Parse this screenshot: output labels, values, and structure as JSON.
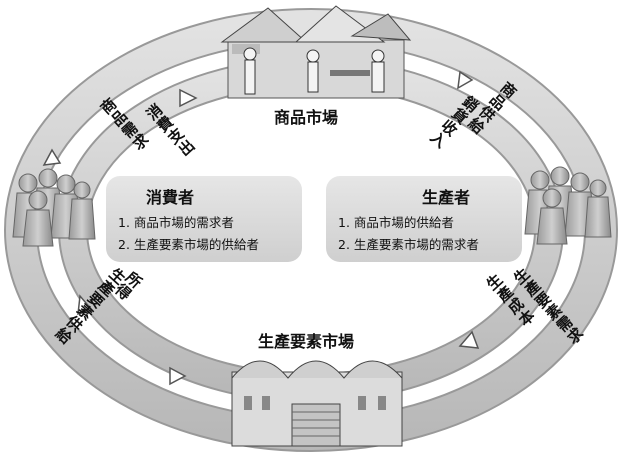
{
  "diagram": {
    "top_market": "商品市場",
    "bottom_market": "生產要素市場",
    "consumer": {
      "title": "消費者",
      "items": [
        "1. 商品市場的需求者",
        "2. 生產要素市場的供給者"
      ]
    },
    "producer": {
      "title": "生產者",
      "items": [
        "1. 商品市場的供給者",
        "2. 生產要素市場的需求者"
      ]
    },
    "flows": {
      "goods_demand": "商品需求",
      "consumption_spending": "消費支出",
      "goods_supply": "商品供給",
      "sales_revenue": "銷貨收入",
      "factor_demand": "生產要素需求",
      "production_cost": "生產成本",
      "factor_supply": "生產要素供給",
      "income": "所得"
    },
    "icons": [
      "market-stall-icon",
      "factory-icon",
      "consumer-crowd-icon",
      "producer-crowd-icon",
      "arrow-icon"
    ]
  }
}
